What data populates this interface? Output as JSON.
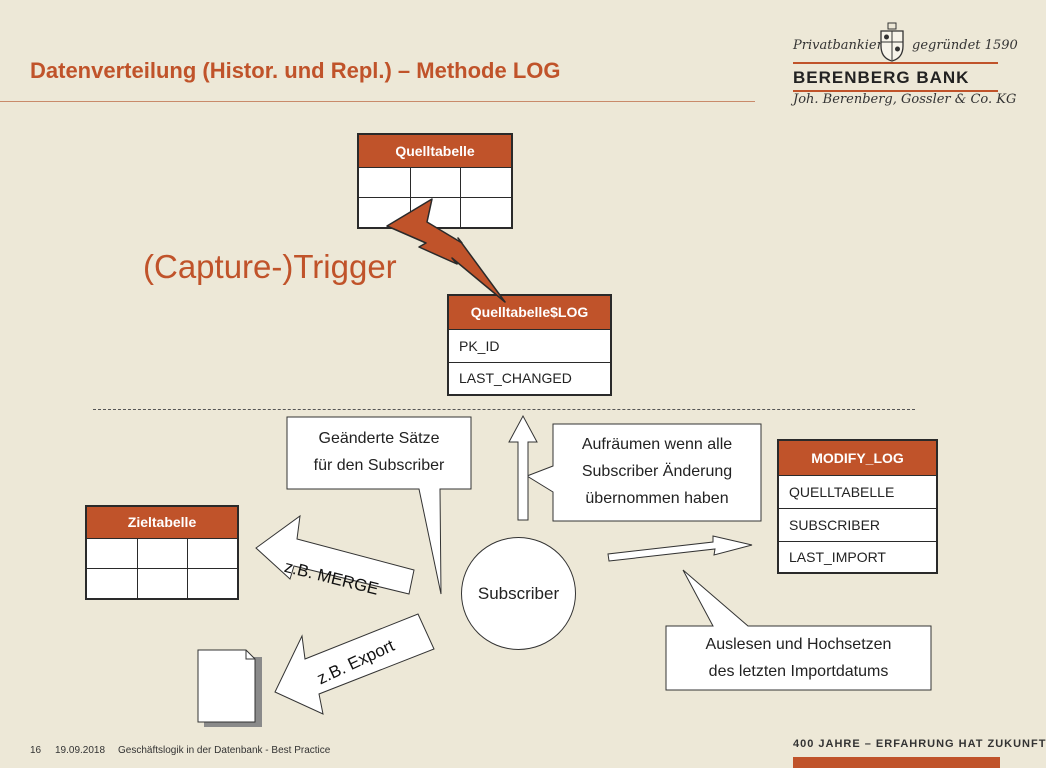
{
  "slide": {
    "title": "Datenverteilung (Histor. und Repl.) – Methode LOG"
  },
  "logo": {
    "left_script": "Privatbankiers",
    "right_script": "gegründet 1590",
    "bank_name": "BERENBERG BANK",
    "subline": "Joh. Berenberg, Gossler & Co. KG"
  },
  "tables": {
    "source": {
      "header": "Quelltabelle"
    },
    "log": {
      "header": "Quelltabelle$LOG",
      "rows": [
        "PK_ID",
        "LAST_CHANGED"
      ]
    },
    "target": {
      "header": "Zieltabelle"
    },
    "modify_log": {
      "header": "MODIFY_LOG",
      "rows": [
        "QUELLTABELLE",
        "SUBSCRIBER",
        "LAST_IMPORT"
      ]
    }
  },
  "labels": {
    "trigger": "(Capture-)Trigger",
    "subscriber": "Subscriber",
    "merge": "z.B. MERGE",
    "export": "z.B. Export"
  },
  "notes": {
    "changed_rows": [
      "Geänderte Sätze",
      "für den Subscriber"
    ],
    "cleanup": [
      "Aufräumen wenn alle",
      "Subscriber Änderung",
      "übernommen haben"
    ],
    "read_update": [
      "Auslesen und Hochsetzen",
      "des letzten Importdatums"
    ]
  },
  "footer": {
    "page": "16",
    "date": "19.09.2018",
    "text": "Geschäftslogik in der Datenbank - Best Practice",
    "slogan": "400 JAHRE – ERFAHRUNG HAT ZUKUNFT"
  },
  "colors": {
    "accent": "#c0532a",
    "background": "#ede8d7"
  }
}
